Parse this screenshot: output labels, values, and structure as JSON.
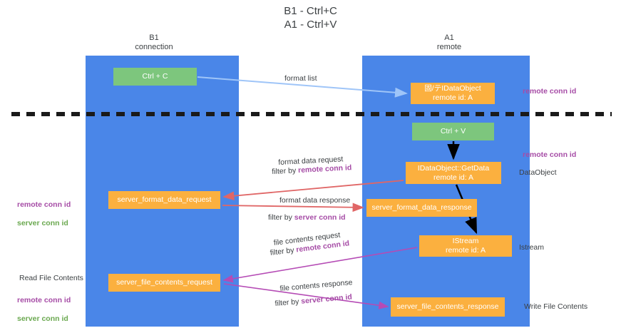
{
  "title": "B1 - Ctrl+C\nA1 - Ctrl+V",
  "columns": {
    "left": "B1\nconnection",
    "right": "A1\nremote"
  },
  "nodes": {
    "ctrl_c": "Ctrl + C",
    "idataobject_l1": "固/テIDataObject",
    "idataobject_l2": "remote id: A",
    "ctrl_v": "Ctrl + V",
    "getdata_l1": "IDataObject::GetData",
    "getdata_l2": "remote id: A",
    "server_format_data_request": "server_format_data_request",
    "server_format_data_response": "server_format_data_response",
    "istream_l1": "IStream",
    "istream_l2": "remote id: A",
    "server_file_contents_request": "server_file_contents_request",
    "server_file_contents_response": "server_file_contents_response"
  },
  "side_labels": {
    "remote_conn_id_top": "remote conn id",
    "remote_conn_id_mid": "remote conn id",
    "dataobject": "DataObject",
    "istream": "Istream",
    "write_file_contents": "Write File Contents",
    "read_file_contents": "Read File Contents",
    "remote_conn_id": "remote conn id",
    "server_conn_id": "server conn id"
  },
  "edge_labels": {
    "format_list": "format list",
    "format_data_request": "format data request",
    "filter_by_prefix": "filter by ",
    "remote_conn_id": "remote conn id",
    "server_conn_id": "server conn id",
    "format_data_response": "format data response",
    "file_contents_request": "file contents request",
    "file_contents_response": "file contents response"
  },
  "colors": {
    "lane": "#4a86e8",
    "green_node": "#7dc67d",
    "orange_node": "#fbb03f",
    "purple_text": "#a64ca6",
    "green_text": "#6aa84f",
    "red_arrow": "#e06666",
    "magenta_arrow": "#b54bb5",
    "blue_arrow": "#9fc5f8",
    "black_arrow": "#000000",
    "divider": "#1a1a1a"
  }
}
